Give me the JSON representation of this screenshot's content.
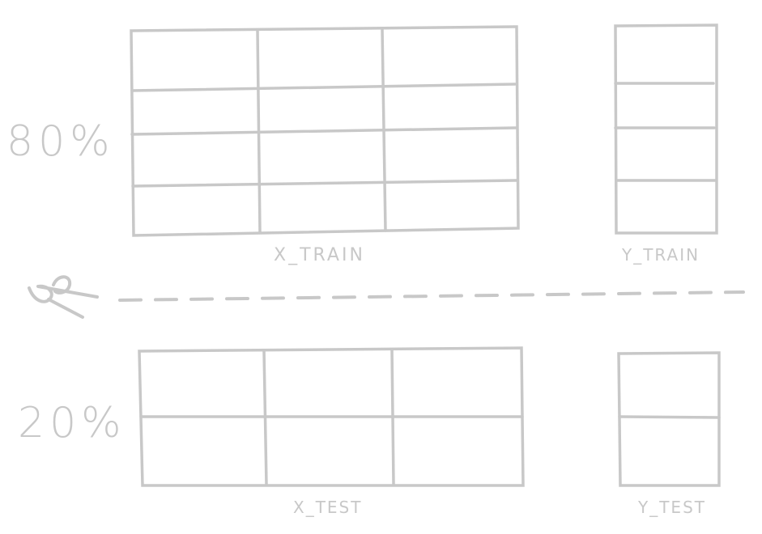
{
  "colors": {
    "stroke": "#c8c8c8",
    "text": "#c8c8c8",
    "background": "#ffffff"
  },
  "labels": {
    "train_percent": "80%",
    "test_percent": "20%",
    "x_train": "X_TRAIN",
    "y_train": "Y_TRAIN",
    "x_test": "X_TEST",
    "y_test": "Y_TEST"
  },
  "icons": {
    "split_marker": "scissors-icon"
  },
  "tables": {
    "x_train": {
      "rows": 4,
      "cols": 3
    },
    "y_train": {
      "rows": 4,
      "cols": 1
    },
    "x_test": {
      "rows": 2,
      "cols": 3
    },
    "y_test": {
      "rows": 2,
      "cols": 1
    }
  }
}
